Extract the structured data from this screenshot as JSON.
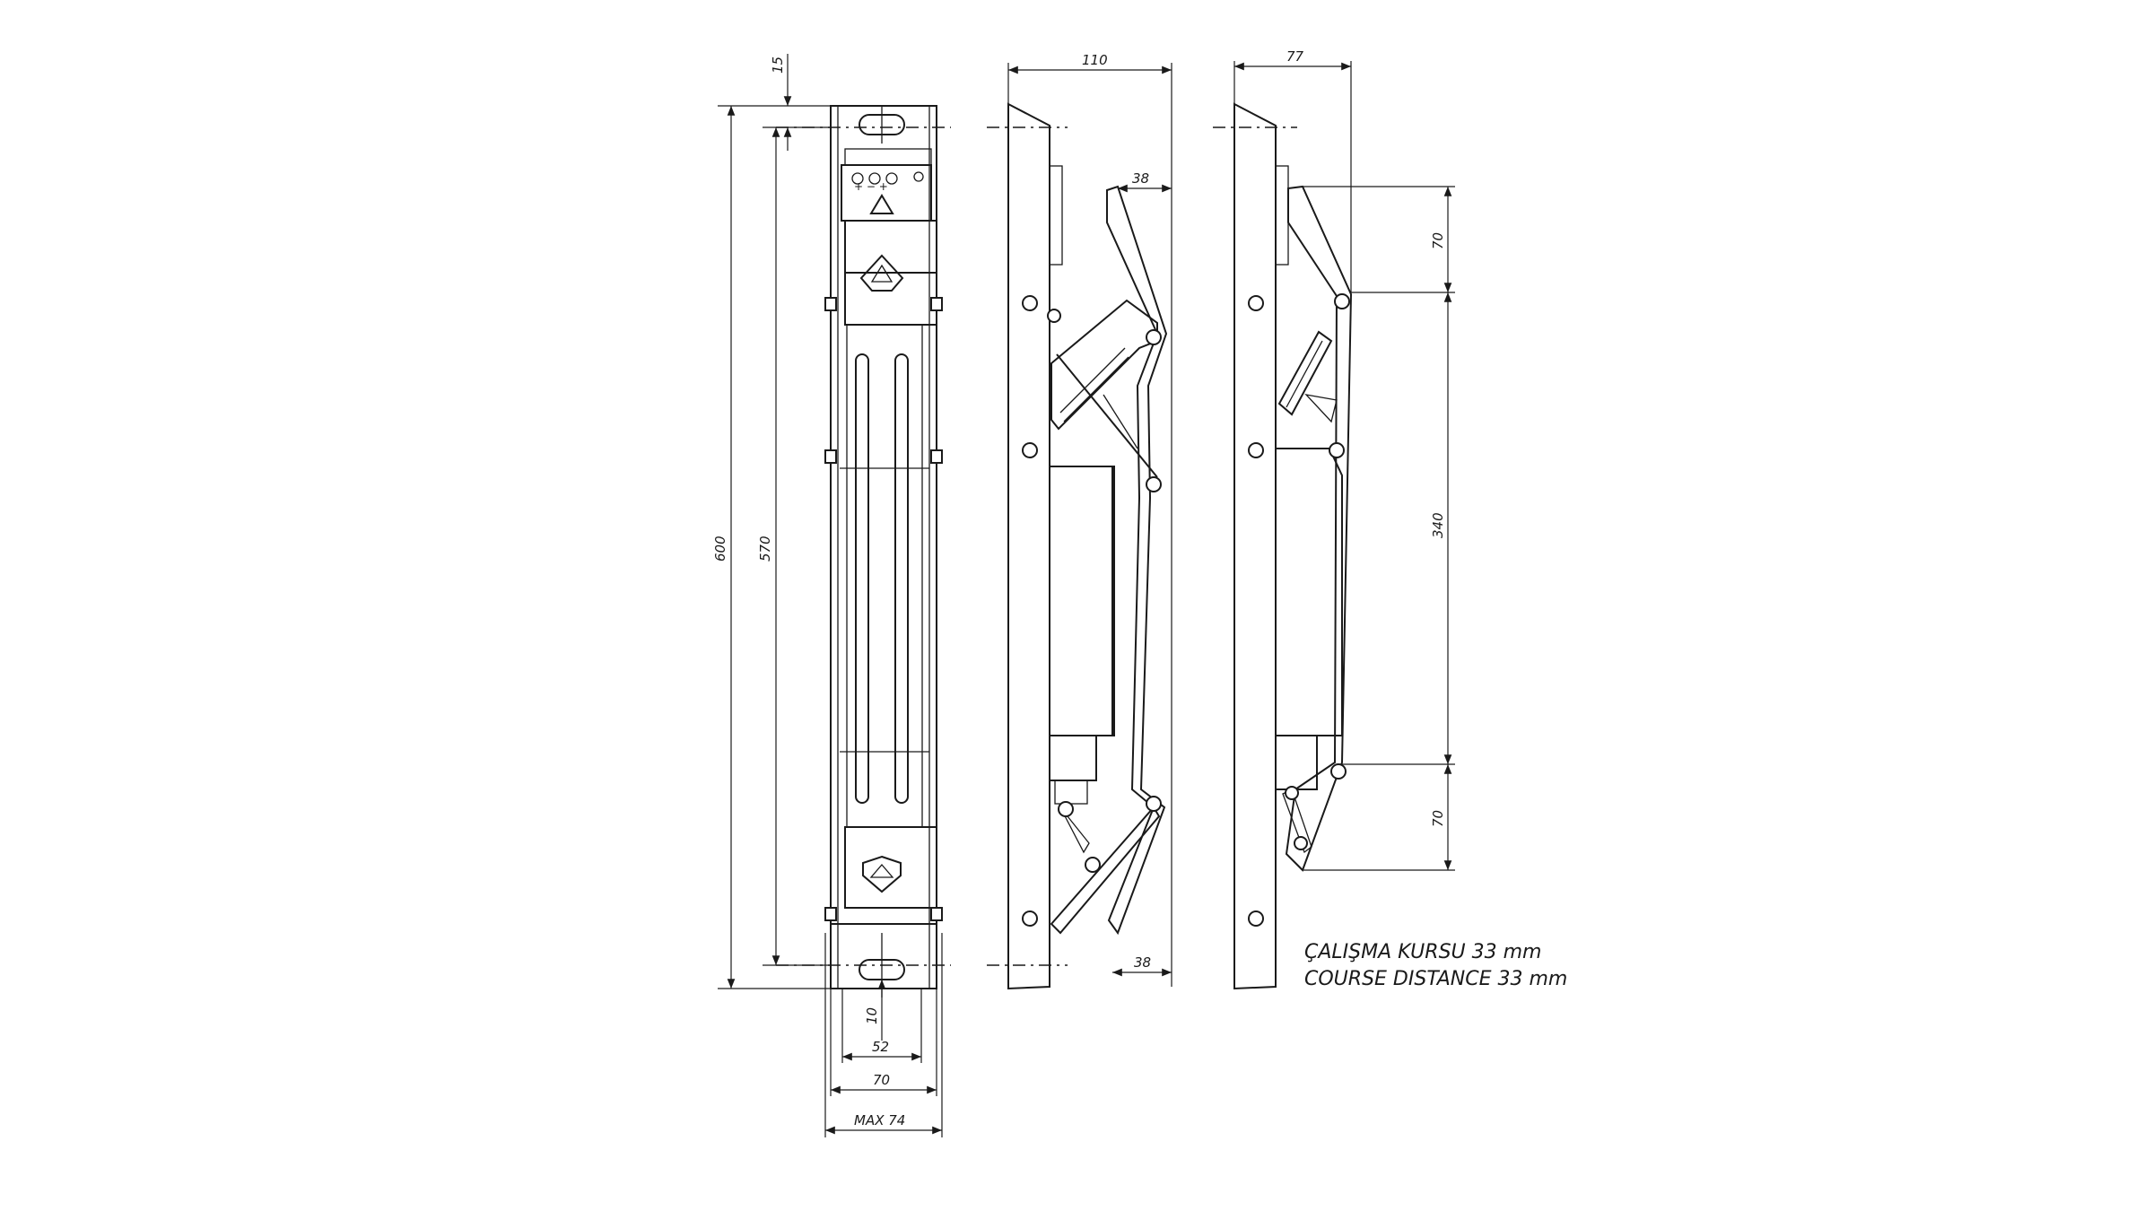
{
  "front_view": {
    "dim_height_total": "600",
    "dim_hole_pitch": "570",
    "dim_top_offset": "15",
    "dim_slot_10": "10",
    "dim_hole_span": "52",
    "dim_body_width": "70",
    "dim_max_width": "MAX 74",
    "terminal_labels": "+ − +"
  },
  "side_view_closed": {
    "dim_depth": "110",
    "dim_top_38": "38",
    "dim_bottom_38": "38"
  },
  "side_view_open": {
    "dim_depth": "77",
    "dim_upper_70": "70",
    "dim_stroke_340": "340",
    "dim_lower_70": "70"
  },
  "note": {
    "line_tr": "ÇALIŞMA KURSU 33 mm",
    "line_en": "COURSE DISTANCE 33 mm"
  },
  "icons": [
    "logo-icon",
    "warning-triangle-icon",
    "bolt-icon"
  ]
}
